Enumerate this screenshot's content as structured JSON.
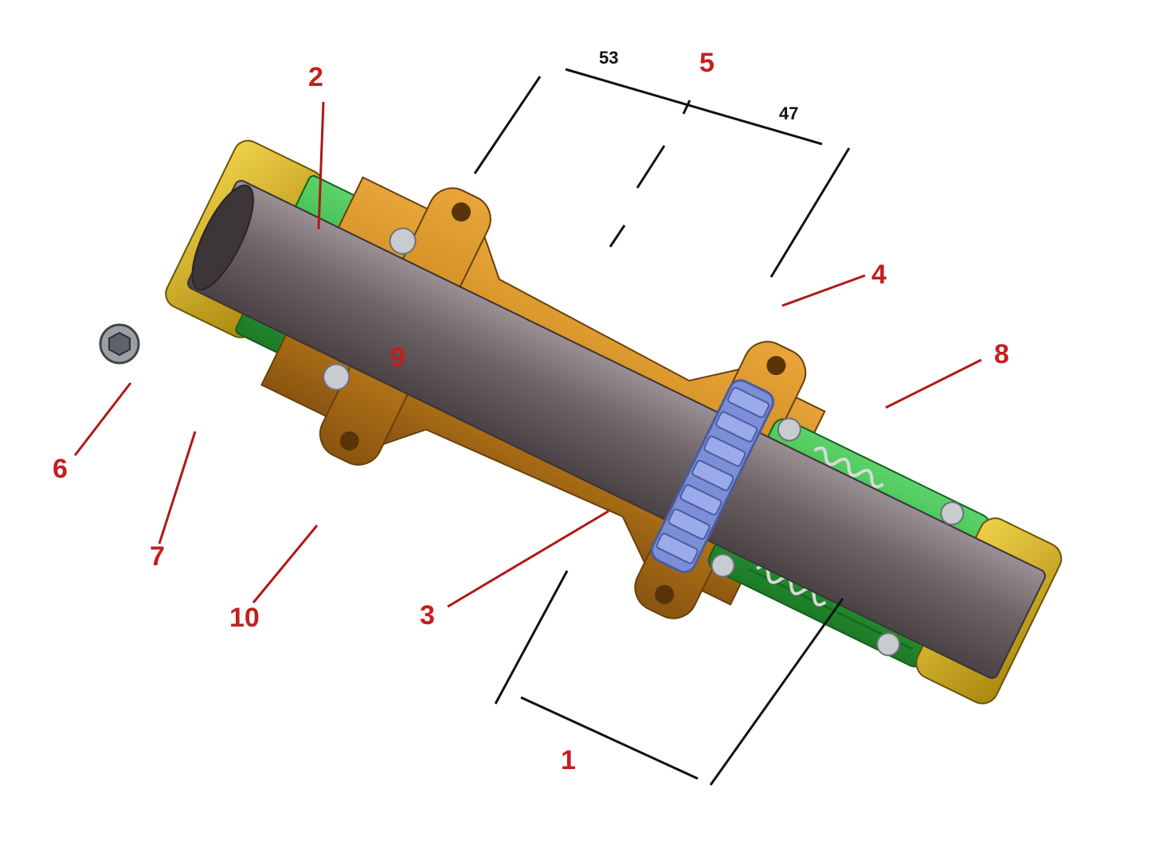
{
  "diagram": {
    "colors": {
      "hub_body": "#c9871c",
      "hub_dark": "#8a5410",
      "end_cap": "#d8b414",
      "axle": "#6e6468",
      "freehub": "#2fae3c",
      "ratchet": "#7c8fd6",
      "bearing": "#c8ccd0",
      "callout_text": "#c41e1e",
      "leader_line": "#b01818",
      "dimension_line": "#111111"
    },
    "dimensions": {
      "top_left": "53",
      "top_right": "47"
    },
    "callouts": [
      {
        "id": "1",
        "label": "1"
      },
      {
        "id": "2",
        "label": "2"
      },
      {
        "id": "3",
        "label": "3"
      },
      {
        "id": "4",
        "label": "4"
      },
      {
        "id": "5",
        "label": "5"
      },
      {
        "id": "6",
        "label": "6"
      },
      {
        "id": "7",
        "label": "7"
      },
      {
        "id": "8",
        "label": "8"
      },
      {
        "id": "9",
        "label": "9"
      },
      {
        "id": "10",
        "label": "10"
      }
    ]
  }
}
